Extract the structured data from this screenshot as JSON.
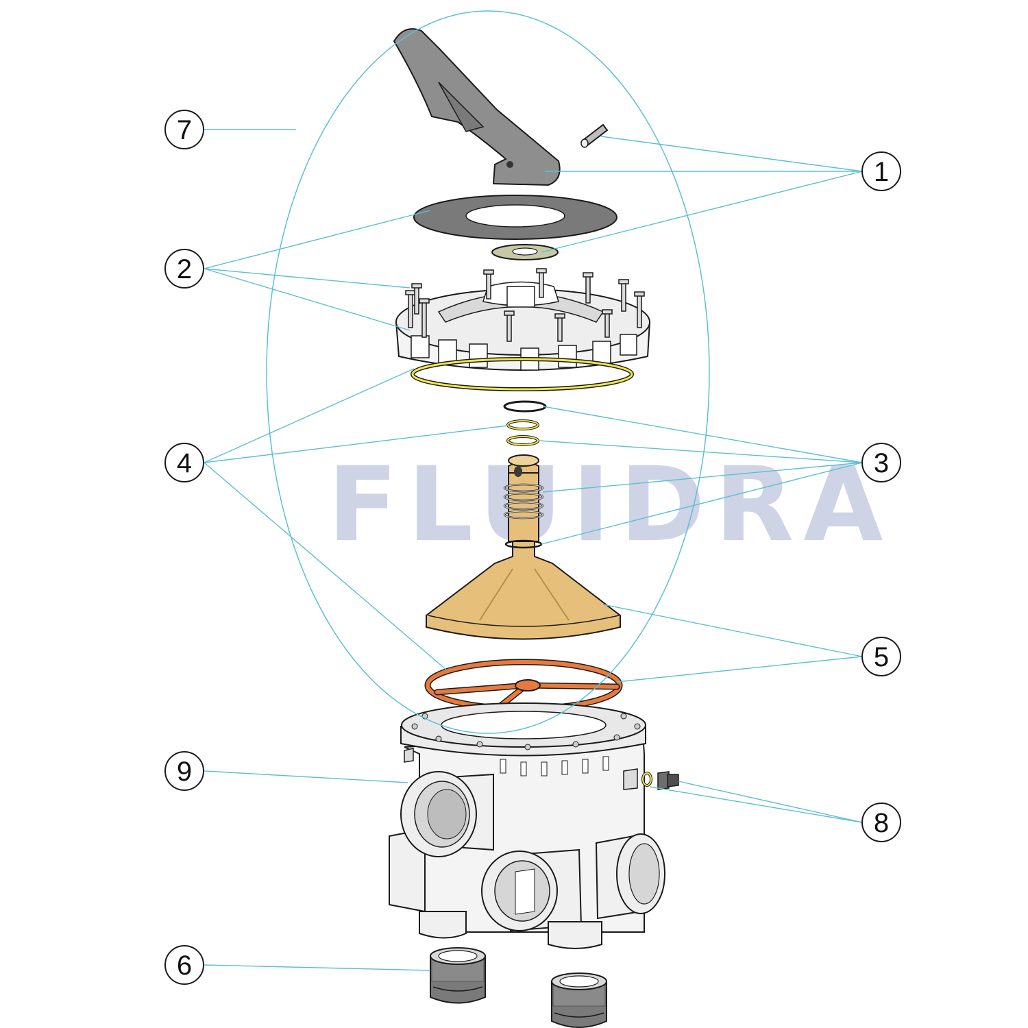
{
  "watermark": {
    "text": "FLUIDRA",
    "color": "#cfd3e6"
  },
  "colors": {
    "leader": "#5bbfd6",
    "outline": "#1a1a1a",
    "handle": "#8e8e8e",
    "grey_part": "#9a9a9a",
    "body_white": "#f4f4f4",
    "yellow_ring": "#f2e84a",
    "brass": "#e6bf7a",
    "orange_gasket": "#e77a3c"
  },
  "callouts": [
    {
      "id": "1",
      "label": "1"
    },
    {
      "id": "2",
      "label": "2"
    },
    {
      "id": "3",
      "label": "3"
    },
    {
      "id": "4",
      "label": "4"
    },
    {
      "id": "5",
      "label": "5"
    },
    {
      "id": "6",
      "label": "6"
    },
    {
      "id": "7",
      "label": "7"
    },
    {
      "id": "8",
      "label": "8"
    },
    {
      "id": "9",
      "label": "9"
    }
  ]
}
